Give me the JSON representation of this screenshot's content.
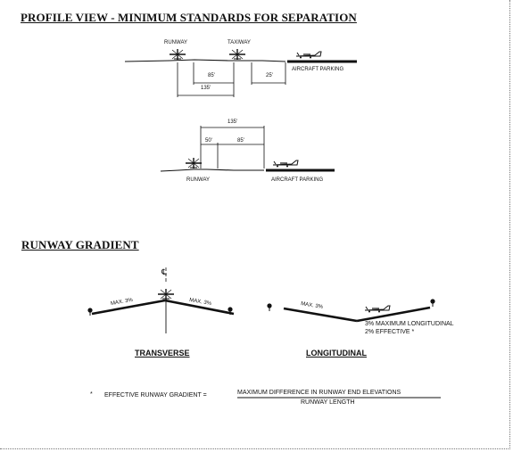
{
  "profile": {
    "title": "PROFILE VIEW  -  MINIMUM STANDARDS FOR SEPARATION",
    "diagram1": {
      "runway_label": "RUNWAY",
      "taxiway_label": "TAXIWAY",
      "parking_label": "AIRCRAFT PARKING",
      "dim_85": "85'",
      "dim_25": "25'",
      "dim_135": "135'"
    },
    "diagram2": {
      "dim_135": "135'",
      "dim_50": "50'",
      "dim_85": "85'",
      "runway_label": "RUNWAY",
      "parking_label": "AIRCRAFT PARKING"
    }
  },
  "gradient": {
    "title": "RUNWAY GRADIENT",
    "centerline_symbol": "℄",
    "transverse": {
      "left_slope": "MAX. 3%",
      "right_slope": "MAX. 3%",
      "caption": "TRANSVERSE"
    },
    "longitudinal": {
      "slope": "MAX. 3%",
      "note_line1": "3% MAXIMUM LONGITUDINAL",
      "note_line2": "2% EFFECTIVE *",
      "caption": "LONGITUDINAL"
    },
    "formula": {
      "bullet": "*",
      "lhs": "EFFECTIVE RUNWAY GRADIENT =",
      "numerator": "MAXIMUM DIFFERENCE IN RUNWAY END ELEVATIONS",
      "denominator": "RUNWAY  LENGTH"
    }
  }
}
